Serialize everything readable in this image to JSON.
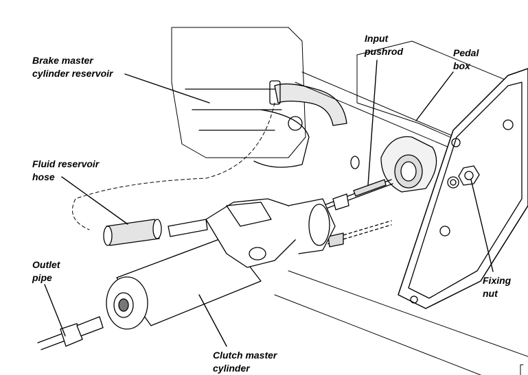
{
  "labels": {
    "brake_reservoir": [
      "Brake master",
      "cylinder reservoir"
    ],
    "input_pushrod": [
      "Input",
      "pushrod"
    ],
    "pedal_box": [
      "Pedal",
      "box"
    ],
    "fluid_hose": [
      "Fluid reservoir",
      "hose"
    ],
    "outlet_pipe": [
      "Outlet",
      "pipe"
    ],
    "fixing_nut": [
      "Fixing",
      "nut"
    ],
    "clutch_cylinder": [
      "Clutch master",
      "cylinder"
    ]
  },
  "colors": {
    "ink": "#000000",
    "paper": "#ffffff"
  }
}
